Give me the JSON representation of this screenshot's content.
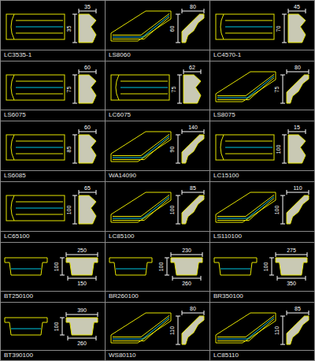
{
  "diagram": {
    "labels": [
      "35",
      "35",
      "LC3535-1",
      "80",
      "60",
      "LS8060",
      "45",
      "70",
      "LC4570-1",
      "60",
      "75",
      "LS6075",
      "62",
      "75",
      "LC6075",
      "80",
      "75",
      "LS8075",
      "60",
      "85",
      "LS6085",
      "140",
      "90",
      "WA14090",
      "15",
      "100",
      "LC15100",
      "65",
      "100",
      "LC65100",
      "85",
      "100",
      "LC85100",
      "110",
      "100",
      "LS110100",
      "250",
      "100",
      "150",
      "BT250100",
      "230",
      "100",
      "260",
      "BR260100",
      "275",
      "100",
      "350",
      "BR350100",
      "390",
      "100",
      "260",
      "BT390100",
      "80",
      "110",
      "WS80110",
      "85",
      "110",
      "LC85110"
    ]
  }
}
